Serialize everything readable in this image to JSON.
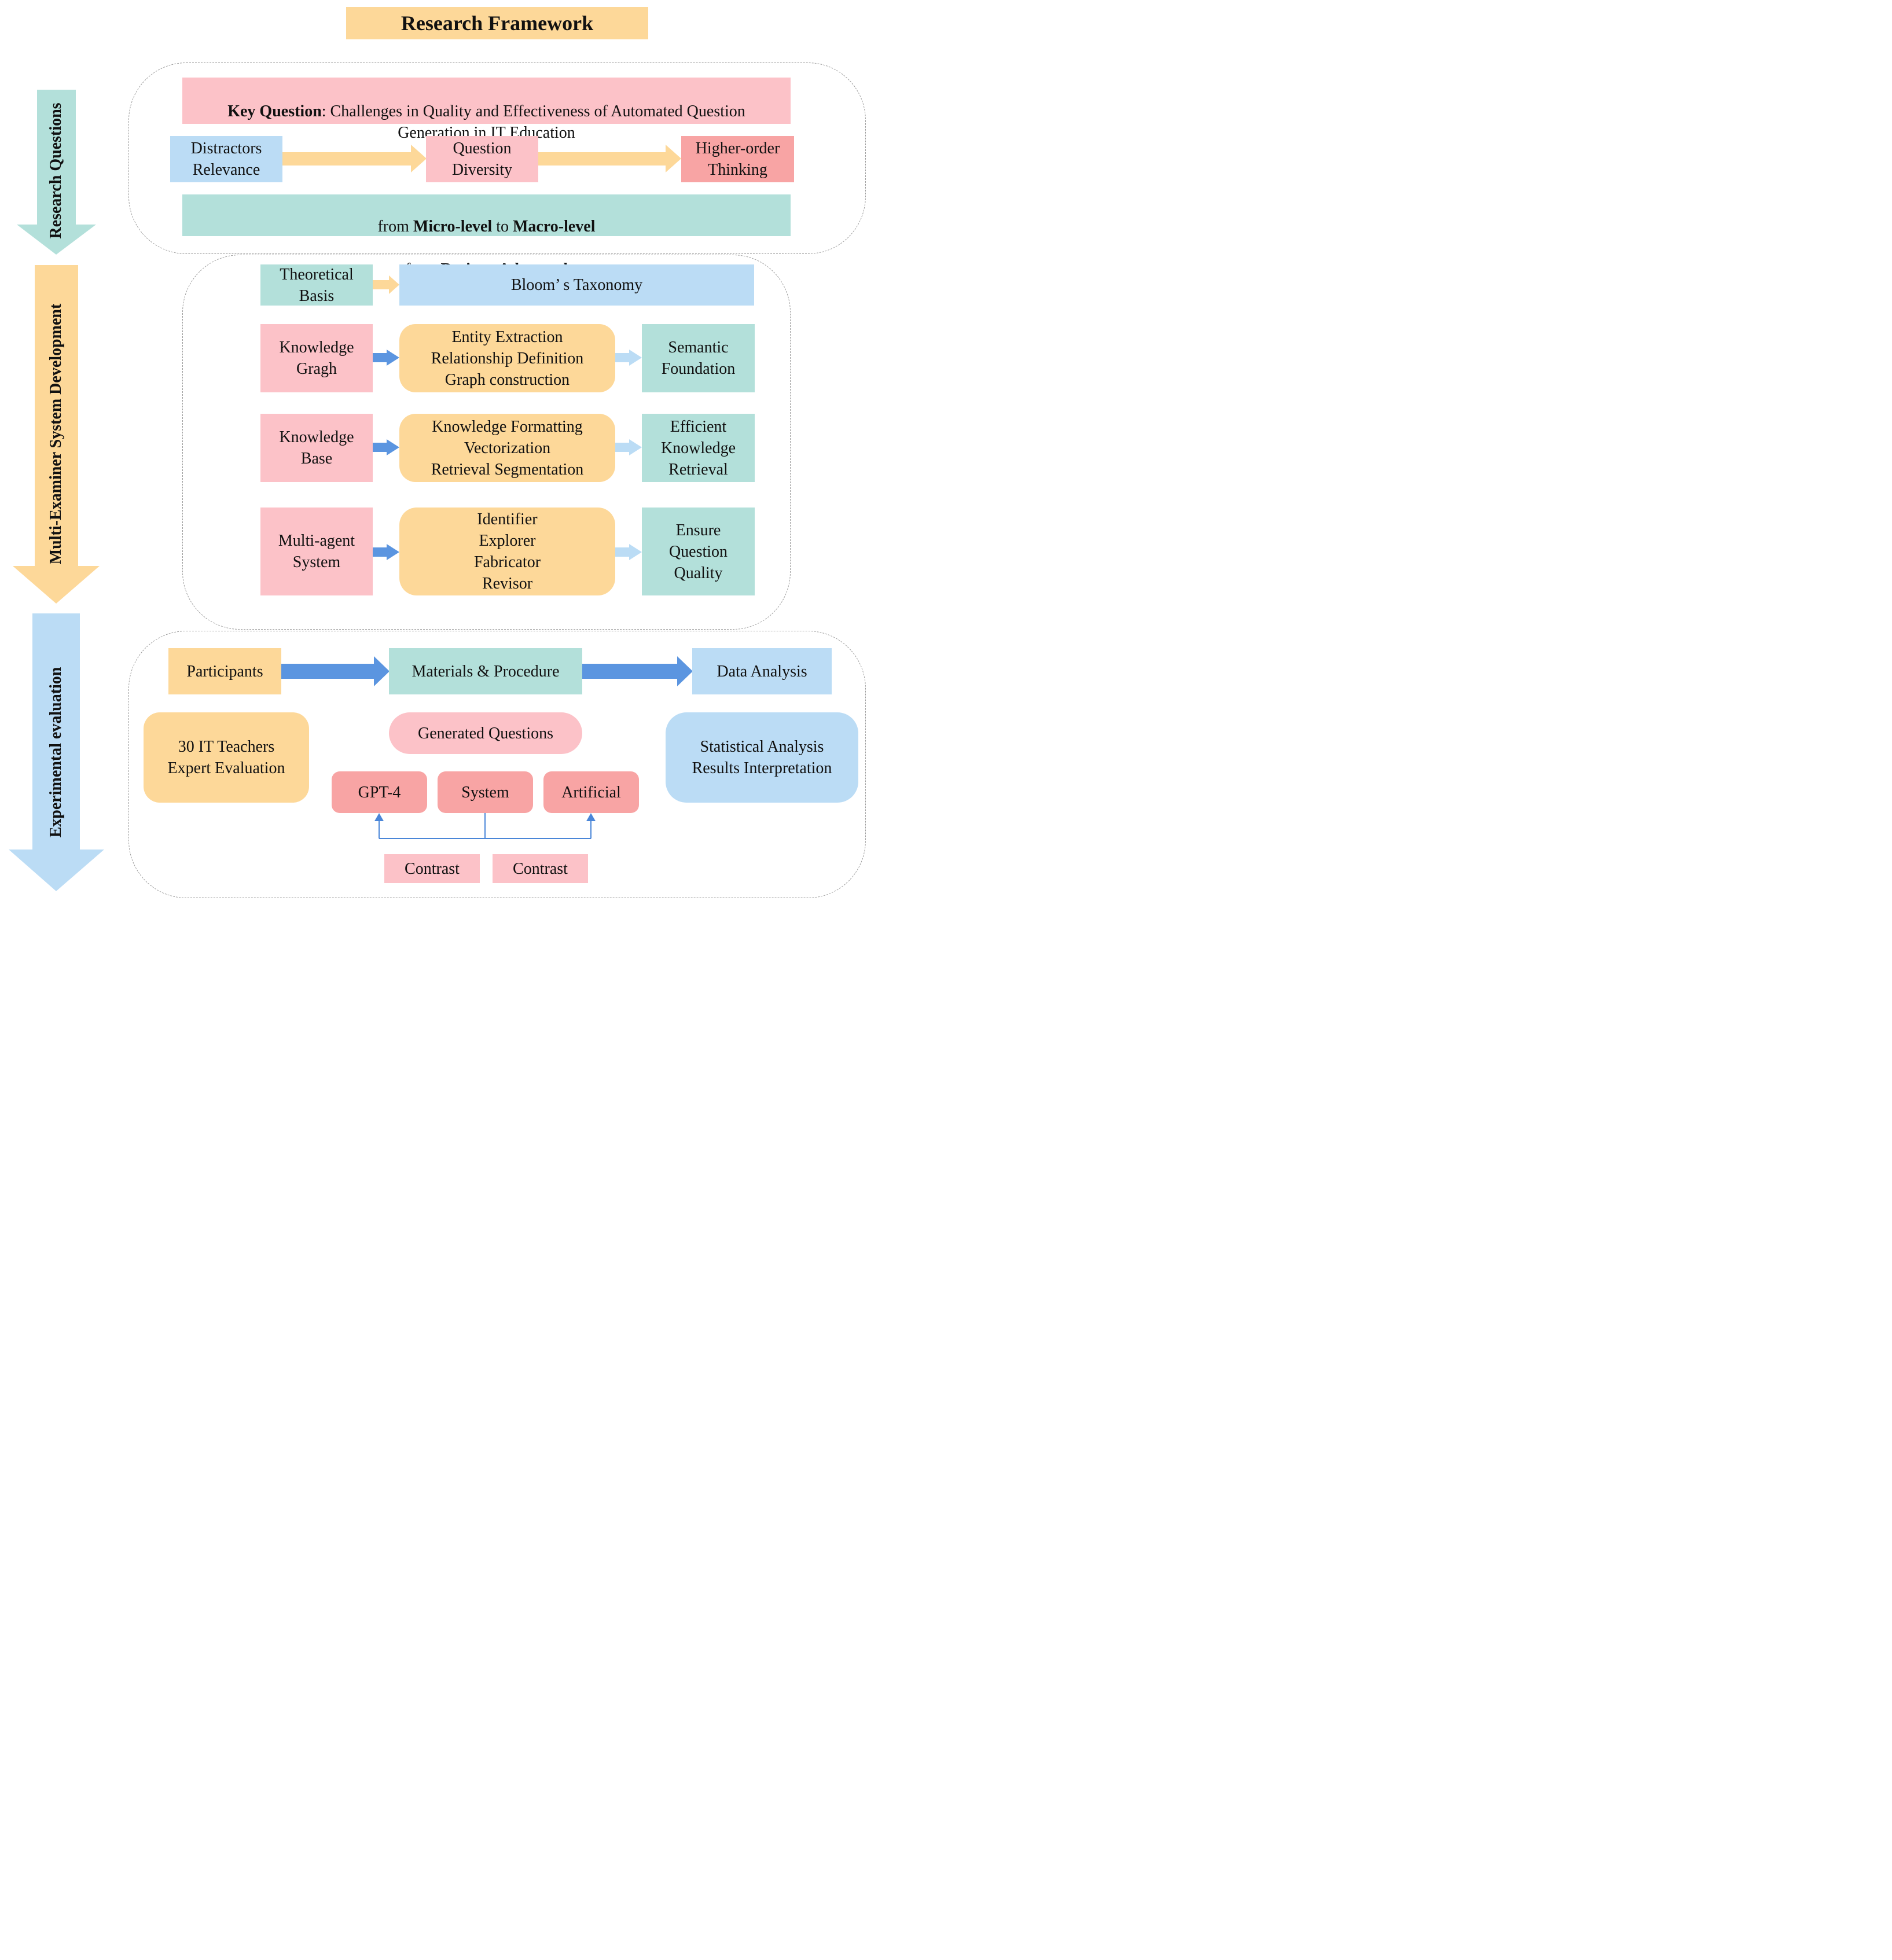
{
  "title": "Research Framework",
  "colors": {
    "orange": "#fdd899",
    "pink": "#fcc2c8",
    "teal": "#b3e0da",
    "blue": "#bbdcf5",
    "red": "#f8a4a4",
    "arrow_blue": "#5b95e0",
    "arrow_light_blue": "#bbdcf5",
    "arrow_orange": "#fdd899"
  },
  "sidebar": {
    "stage1": "Research Questions",
    "stage2": "Multi-Examiner System Development",
    "stage3": "Experimental evaluation"
  },
  "research_questions": {
    "key_question_label": "Key Question",
    "key_question_text": ": Challenges in Quality and Effectiveness of Automated Question Generation in IT Education",
    "step1": "Distractors\nRelevance",
    "step2": "Question\nDiversity",
    "step3": "Higher-order\nThinking",
    "from1": "from ",
    "micro": "Micro-level",
    "to1": " to ",
    "macro": "Macro-level",
    "from2": "from ",
    "basic": "Basic",
    "to2": " to ",
    "advanced": "Advanced"
  },
  "system_development": {
    "theoretical_basis": "Theoretical\nBasis",
    "blooms": "Bloom’ s Taxonomy",
    "rows": [
      {
        "source": "Knowledge\nGragh",
        "process": "Entity Extraction\nRelationship Definition\nGraph construction",
        "result": "Semantic\nFoundation"
      },
      {
        "source": "Knowledge\nBase",
        "process": "Knowledge Formatting\nVectorization\nRetrieval Segmentation",
        "result": "Efficient\nKnowledge\nRetrieval"
      },
      {
        "source": "Multi-agent\nSystem",
        "process": "Identifier\nExplorer\nFabricator\nRevisor",
        "result": "Ensure\nQuestion\nQuality"
      }
    ]
  },
  "evaluation": {
    "participants": "Participants",
    "materials": "Materials & Procedure",
    "data_analysis": "Data Analysis",
    "teachers": "30 IT Teachers\nExpert Evaluation",
    "generated": "Generated Questions",
    "gpt4": "GPT-4",
    "system": "System",
    "artificial": "Artificial",
    "contrast1": "Contrast",
    "contrast2": "Contrast",
    "stats": "Statistical Analysis\nResults Interpretation"
  }
}
